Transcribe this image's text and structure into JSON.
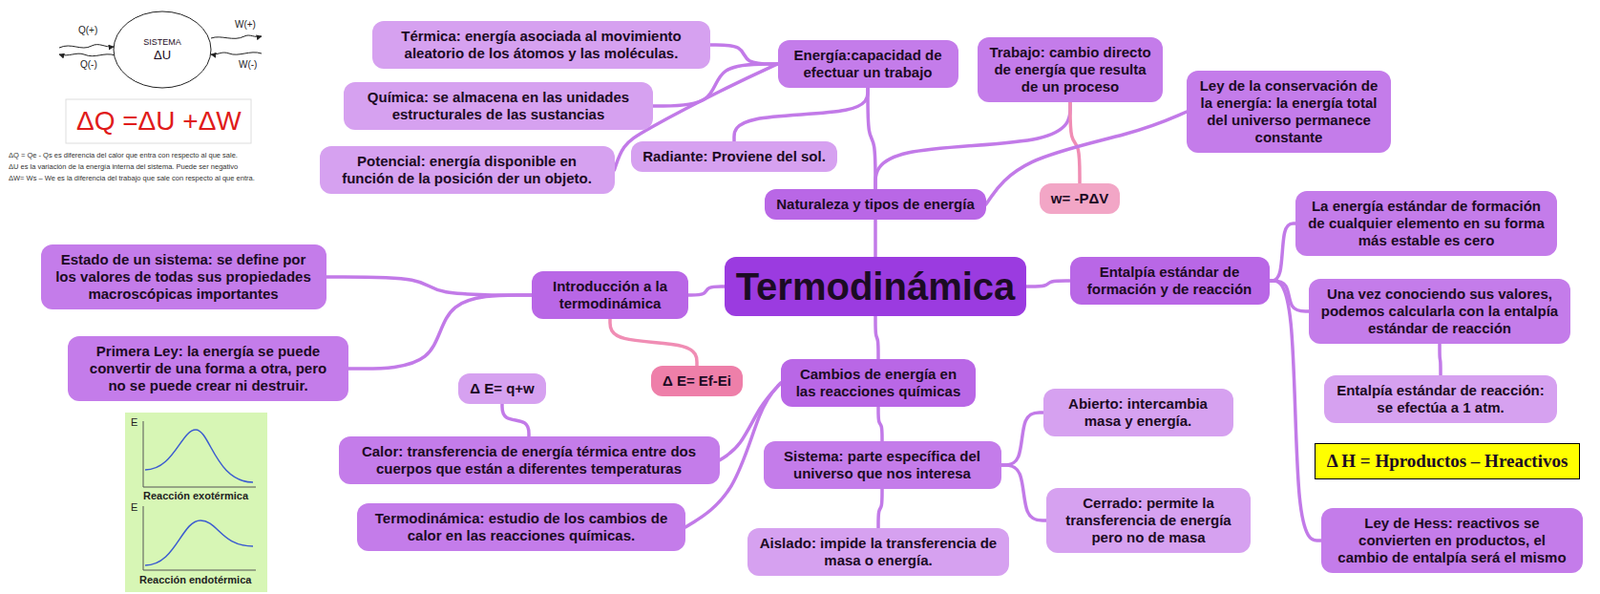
{
  "diagram": {
    "nodes": [
      {
        "text": [
          "Termodinámica"
        ]
      },
      {
        "text": [
          "Naturaleza y tipos de energía"
        ]
      },
      {
        "text": [
          "Energía:capacidad de efectuar un trabajo"
        ]
      },
      {
        "text": [
          "Térmica: energía asociada al movimiento aleatorio de los átomos y las moléculas."
        ]
      },
      {
        "text": [
          "Química: se almacena en las unidades estructurales de las sustancias"
        ]
      },
      {
        "text": [
          "Radiante: Proviene del sol."
        ]
      },
      {
        "text": [
          "Potencial: energía disponible en función de la posición der un objeto."
        ]
      },
      {
        "text": [
          "Trabajo: cambio directo de energía que resulta de un proceso"
        ]
      },
      {
        "text": [
          "w= -PΔV"
        ]
      },
      {
        "text": [
          "Ley de la conservación de la energía: la energía total del universo permanece constante"
        ]
      },
      {
        "text": [
          "Introducción a la termodinámica"
        ]
      },
      {
        "text": [
          "Estado de un sistema: se define por los valores de todas sus propiedades macroscópicas importantes"
        ]
      },
      {
        "text": [
          "Primera Ley: la energía se puede convertir de una forma a otra, pero no se puede crear ni destruir."
        ]
      },
      {
        "text": [
          "Δ E= Ef-Ei"
        ]
      },
      {
        "text": [
          "Entalpía estándar de formación y de reacción"
        ]
      },
      {
        "text": [
          "La energía estándar de formación de cualquier elemento en su forma más estable es cero"
        ]
      },
      {
        "text": [
          "Una vez conociendo sus valores, podemos calcularla con la entalpía estándar de reacción"
        ]
      },
      {
        "text": [
          "Entalpía estándar de reacción: se efectúa a 1 atm."
        ]
      },
      {
        "text": [
          "Δ H = Hproductos – Hreactivos"
        ]
      },
      {
        "text": [
          "Ley de Hess: reactivos se convierten en productos, el cambio de entalpía será el mismo"
        ]
      },
      {
        "text": [
          "Cambios de energía en las reacciones químicas"
        ]
      },
      {
        "text": [
          "Δ E= q+w"
        ]
      },
      {
        "text": [
          "Calor: transferencia de energía térmica entre dos cuerpos que están a diferentes temperaturas"
        ]
      },
      {
        "text": [
          "Termodinámica: estudio de los cambios de calor en las reacciones químicas."
        ]
      },
      {
        "text": [
          "Sistema: parte específica del universo que nos interesa"
        ]
      },
      {
        "text": [
          "Abierto: intercambia masa y energía."
        ]
      },
      {
        "text": [
          "Cerrado: permite la transferencia de energía pero no de masa"
        ]
      },
      {
        "text": [
          "Aislado: impide la transferencia de masa o energía."
        ]
      },
      {
        "text": [
          "SISTEMA",
          "ΔU"
        ]
      }
    ],
    "edges": [
      {
        "from": 0,
        "to": 1,
        "arrow": "none"
      },
      {
        "from": 0,
        "to": 10,
        "arrow": "none"
      },
      {
        "from": 0,
        "to": 14,
        "arrow": "none"
      },
      {
        "from": 0,
        "to": 20,
        "arrow": "none"
      },
      {
        "from": 1,
        "to": 2,
        "arrow": "none"
      },
      {
        "from": 2,
        "to": 3,
        "arrow": "none"
      },
      {
        "from": 2,
        "to": 4,
        "arrow": "none"
      },
      {
        "from": 2,
        "to": 5,
        "arrow": "none"
      },
      {
        "from": 2,
        "to": 6,
        "arrow": "none"
      },
      {
        "from": 1,
        "to": 7,
        "arrow": "none"
      },
      {
        "from": 7,
        "to": 8,
        "arrow": "none"
      },
      {
        "from": 1,
        "to": 9,
        "arrow": "none"
      },
      {
        "from": 10,
        "to": 11,
        "arrow": "none"
      },
      {
        "from": 10,
        "to": 12,
        "arrow": "none"
      },
      {
        "from": 10,
        "to": 13,
        "arrow": "none"
      },
      {
        "from": 14,
        "to": 15,
        "arrow": "none"
      },
      {
        "from": 14,
        "to": 16,
        "arrow": "none"
      },
      {
        "from": 16,
        "to": 17,
        "arrow": "none"
      },
      {
        "from": 14,
        "to": 19,
        "arrow": "none"
      },
      {
        "from": 20,
        "to": 22,
        "arrow": "none"
      },
      {
        "from": 22,
        "to": 21,
        "arrow": "none"
      },
      {
        "from": 20,
        "to": 23,
        "arrow": "none"
      },
      {
        "from": 20,
        "to": 24,
        "arrow": "none"
      },
      {
        "from": 24,
        "to": 25,
        "arrow": "none"
      },
      {
        "from": 24,
        "to": 26,
        "arrow": "none"
      },
      {
        "from": 24,
        "to": 27,
        "arrow": "none"
      }
    ],
    "labels": [
      "Q(+)",
      "Q(-)",
      "W(+)",
      "W(-)",
      "ΔQ =ΔU +ΔW",
      "ΔQ = Qe - Qs es diferencia del calor que entra con respecto al que sale.",
      "ΔU  es la variación de la energía interna del sistema. Puede ser negativo",
      "ΔW= Ws – We es la diferencia del trabajo que sale con respecto al que entra.",
      "E",
      "Reacción exotérmica",
      "E",
      "Reacción endotérmica"
    ]
  }
}
